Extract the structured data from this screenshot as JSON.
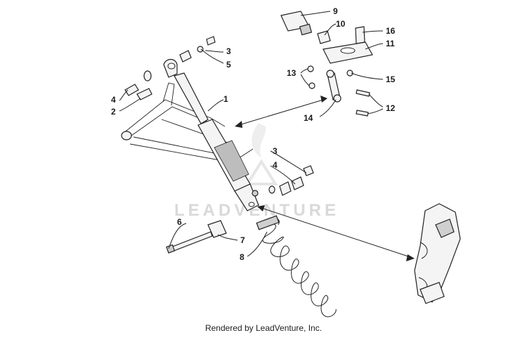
{
  "watermark": {
    "text": "LEADVENTURE"
  },
  "footer": {
    "credit": "Rendered by LeadVenture, Inc."
  },
  "callouts": {
    "c1": "1",
    "c2": "2",
    "c3a": "3",
    "c3b": "3",
    "c4a": "4",
    "c4b": "4",
    "c5": "5",
    "c6": "6",
    "c7": "7",
    "c8": "8",
    "c9": "9",
    "c10": "10",
    "c11": "11",
    "c12": "12",
    "c13": "13",
    "c14": "14",
    "c15": "15",
    "c16": "16"
  }
}
